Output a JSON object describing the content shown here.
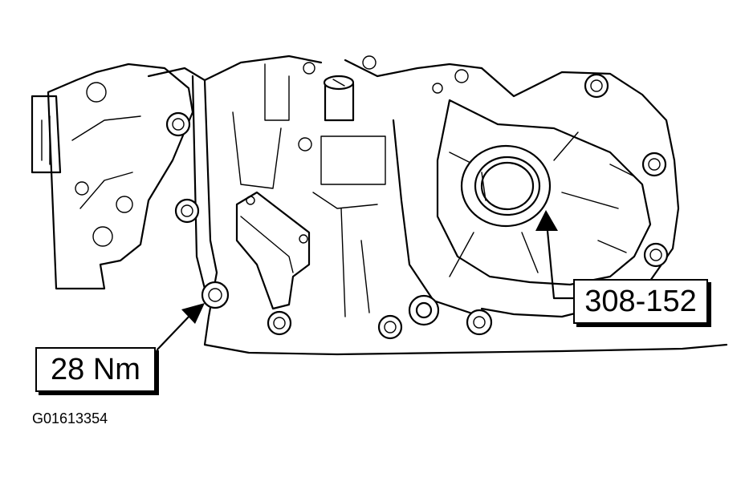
{
  "labels": {
    "torque": "28 Nm",
    "tool": "308-152",
    "figure_code": "G01613354"
  }
}
